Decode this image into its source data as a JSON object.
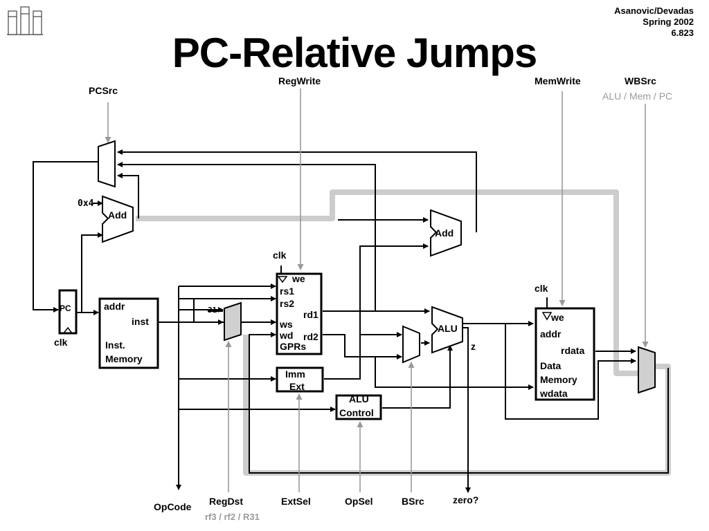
{
  "header": {
    "author": "Asanovic/Devadas",
    "term": "Spring 2002",
    "course": "6.823"
  },
  "title": "PC-Relative Jumps",
  "signals": {
    "pcsrc": "PCSrc",
    "regwrite": "RegWrite",
    "memwrite": "MemWrite",
    "wbsrc": "WBSrc",
    "wbsrc_alu": "ALU",
    "wbsrc_mem": "Mem",
    "wbsrc_pc": "PC",
    "opcode": "OpCode",
    "regdst": "RegDst",
    "regdst_rf3": "rf3",
    "regdst_rf2": "rf2",
    "regdst_r31": "R31",
    "extsel": "ExtSel",
    "opsel": "OpSel",
    "bsrc": "BSrc",
    "zero": "zero?",
    "slash": "/"
  },
  "blocks": {
    "pc": "PC",
    "clk": "clk",
    "const_4": "0x4",
    "add": "Add",
    "imem_addr": "addr",
    "imem_inst": "inst",
    "imem_name1": "Inst.",
    "imem_name2": "Memory",
    "const_31": "31",
    "gpr_we": "we",
    "gpr_rs1": "rs1",
    "gpr_rs2": "rs2",
    "gpr_rd1": "rd1",
    "gpr_ws": "ws",
    "gpr_wd": "wd",
    "gpr_rd2": "rd2",
    "gpr_name": "GPRs",
    "imm1": "Imm",
    "imm2": "Ext",
    "aluctl1": "ALU",
    "aluctl2": "Control",
    "alu": "ALU",
    "z": "z",
    "dmem_we": "we",
    "dmem_addr": "addr",
    "dmem_rdata": "rdata",
    "dmem_name1": "Data",
    "dmem_name2": "Memory",
    "dmem_wdata": "wdata"
  },
  "colors": {
    "wire": "#000000",
    "control": "#999999",
    "highlight": "#cccccc",
    "mux_fill": "#d0d0d0"
  }
}
